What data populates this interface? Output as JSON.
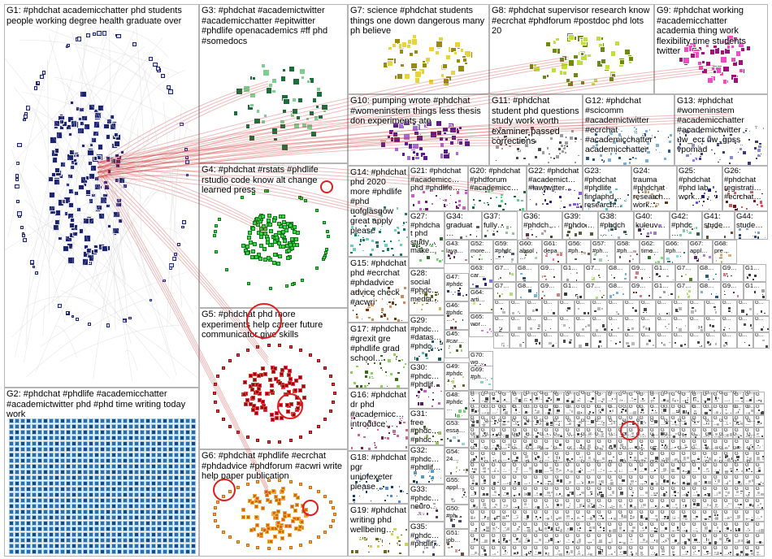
{
  "colors": {
    "edge": "#d23b3b",
    "edge_light": "#cfcfcf",
    "border": "#b4b4b4"
  },
  "groups": [
    {
      "id": "G1",
      "label": "G1: #phdchat academicchatter phd students people working degree health graduate over",
      "color": "#1c2470",
      "accent": "#d9d9ff"
    },
    {
      "id": "G2",
      "label": "G2: #phdchat #phdlife #academicchatter #academictwitter phd #phd time writing today work",
      "color": "#2a6ea8",
      "accent": "#9cc7ee"
    },
    {
      "id": "G3",
      "label": "G3: #phdchat #academictwitter #academicchatter #epitwitter #phdlife openacademics #ff phd #somedocs",
      "color": "#1a6e3a",
      "accent": "#7ccf8f"
    },
    {
      "id": "G4",
      "label": "G4: #phdchat #rstats #phdlife rstudio code know alt change learned press",
      "color": "#0c7a14",
      "accent": "#3cd24a"
    },
    {
      "id": "G5",
      "label": "G5: #phdchat phd more experiments help career future communicator give skills",
      "color": "#8a0c0c",
      "accent": "#e03a3a"
    },
    {
      "id": "G6",
      "label": "G6: #phdchat #phdlife #ecrchat #phdadvice #phdforum #acwri write help paper publication",
      "color": "#c86a10",
      "accent": "#f6a640"
    },
    {
      "id": "G7",
      "label": "G7: science #phdchat students things one down dangerous many ph believe",
      "color": "#9a8a10",
      "accent": "#e8d43a"
    },
    {
      "id": "G8",
      "label": "G8: #phdchat supervisor research know #ecrchat #phdforum #postdoc phd lots 20",
      "color": "#6a8a10",
      "accent": "#bfe03a"
    },
    {
      "id": "G9",
      "label": "G9: #phdchat working #academicchatter academia thing work flexibility time students twitter",
      "color": "#a0107a",
      "accent": "#f04ac4"
    },
    {
      "id": "G10",
      "label": "G10: pumping wrote #phdchat #womeninstem things less thesis don experiments ate",
      "color": "#5a1a8a",
      "accent": "#a86ad8"
    },
    {
      "id": "G11",
      "label": "G11: #phdchat student phd questions study work worth examiner passed corrections",
      "color": "#4a4a4a",
      "accent": "#9a9a9a"
    },
    {
      "id": "G12",
      "label": "G12: #phdchat #scicomm #academictwitter #ecrchat #academicchatter academicchatter",
      "color": "#2a5a8a",
      "accent": "#7aaedc"
    },
    {
      "id": "G13",
      "label": "G13: #phdchat #womeninstem #academicchatter #academictwitter uw_ecr uw_gpss vpomad",
      "color": "#3a3a7a",
      "accent": "#8a8ad0"
    },
    {
      "id": "G14",
      "label": "G14: #phdchat phd 2020 more #phdlife #phd uofglasgow great apply please",
      "color": "#1a7a6a",
      "accent": "#6ad0c0"
    },
    {
      "id": "G15",
      "label": "G15: #phdchat phd #ecrchat #phdadvice advice check #acwri",
      "color": "#6a3a1a",
      "accent": "#d08a5a"
    },
    {
      "id": "G16",
      "label": "G16: #phdchat dr phd #academicc… introduce…",
      "color": "#7a1a3a",
      "accent": "#d06a8a"
    },
    {
      "id": "G17",
      "label": "G17: #phdchat #grexit gre #phdlife grad school…",
      "color": "#3a6a1a",
      "accent": "#8ad05a"
    },
    {
      "id": "G18",
      "label": "G18: #phdchat pgr uniofexeter please…",
      "color": "#1a3a6a",
      "accent": "#5a8ad0"
    },
    {
      "id": "G19",
      "label": "G19: #phdchat writing phd wellbeing…",
      "color": "#6a6a1a",
      "accent": "#d0d05a"
    },
    {
      "id": "G20",
      "label": "G20: #phdchat #phdforum #academicc…",
      "color": "#1a6a3a",
      "accent": "#5ad08a"
    },
    {
      "id": "G21",
      "label": "G21: #phdchat #academicc… phd #phdlife…",
      "color": "#6a1a6a",
      "accent": "#d05ad0"
    },
    {
      "id": "G22",
      "label": "G22: #phdchat #academict… #lawtwitter…",
      "color": "#3a1a6a",
      "accent": "#8a5ad0"
    },
    {
      "id": "G23",
      "label": "G23: #phdchat #phdlife findaphd… research…",
      "color": "#1a5a6a",
      "accent": "#5abed0"
    },
    {
      "id": "G24",
      "label": "G24: trauma #phdchat research… work…",
      "color": "#5a3a1a",
      "accent": "#c09a6a"
    },
    {
      "id": "G25",
      "label": "G25: #phdchat #phd lab work…",
      "color": "#1a1a6a",
      "accent": "#5a5ad0"
    },
    {
      "id": "G26",
      "label": "G26: #phdchat registrati… #ecrchat…",
      "color": "#6a1a1a",
      "accent": "#d05a5a"
    },
    {
      "id": "G27",
      "label": "G27: #phdchat phd study… make…",
      "color": "#2a6a2a",
      "accent": "#6ad06a"
    },
    {
      "id": "G28",
      "label": "G28: social #phdc… media…",
      "color": "#5a5a1a",
      "accent": "#c0c05a"
    },
    {
      "id": "G29",
      "label": "G29: #phdc… #datas… #phdc…",
      "color": "#1a5a5a",
      "accent": "#5ac0c0"
    },
    {
      "id": "G30",
      "label": "G30: #phdc… #phdlif…",
      "color": "#5a1a5a",
      "accent": "#c05ac0"
    },
    {
      "id": "G31",
      "label": "G31: free #phdc… #phdc…",
      "color": "#3a5a1a",
      "accent": "#9ac05a"
    },
    {
      "id": "G32",
      "label": "G32: #phdc… #phdlif…",
      "color": "#1a3a5a",
      "accent": "#5a9ac0"
    },
    {
      "id": "G33",
      "label": "G33: #phdc… neuro…",
      "color": "#5a3a5a",
      "accent": "#c09ac0"
    },
    {
      "id": "G34",
      "label": "G34: graduat…",
      "color": "#5a5a5a",
      "accent": "#b0b0b0"
    },
    {
      "id": "G35",
      "label": "G35: #phdc… #phdlif…",
      "color": "#3a3a5a",
      "accent": "#9a9ac0"
    },
    {
      "id": "G36",
      "label": "G36: #phdch…",
      "color": "#5a3a3a",
      "accent": "#c09a9a"
    },
    {
      "id": "G37",
      "label": "G37: fully…",
      "color": "#3a5a3a",
      "accent": "#9ac09a"
    },
    {
      "id": "G38",
      "label": "G38: #phdch…",
      "color": "#3a5a5a",
      "accent": "#9ac0c0"
    },
    {
      "id": "G39",
      "label": "G39: #phdc…",
      "color": "#5a5a3a",
      "accent": "#c0c09a"
    },
    {
      "id": "G40",
      "label": "G40: kuleuv…",
      "color": "#4a2a6a",
      "accent": "#a07ad0"
    },
    {
      "id": "G41",
      "label": "G41: stude…",
      "color": "#6a4a2a",
      "accent": "#d0a07a"
    },
    {
      "id": "G42",
      "label": "G42: #phdc…",
      "color": "#2a6a4a",
      "accent": "#7ad0a0"
    },
    {
      "id": "G43",
      "label": "G43: lava…",
      "color": "#6a2a4a",
      "accent": "#d07aa0"
    },
    {
      "id": "G44",
      "label": "G44: stude…",
      "color": "#2a4a6a",
      "accent": "#7aa0d0"
    },
    {
      "id": "G45",
      "label": "G45: #car…",
      "color": "#4a6a2a",
      "accent": "#a0d07a"
    },
    {
      "id": "G46",
      "label": "G46: #phdc…",
      "color": "#6a2a2a",
      "accent": "#d07a7a"
    },
    {
      "id": "G47",
      "label": "G47: #phdc…",
      "color": "#2a2a6a",
      "accent": "#7a7ad0"
    },
    {
      "id": "G48",
      "label": "G48: #phdc…",
      "color": "#2a6a2a",
      "accent": "#7ad07a"
    },
    {
      "id": "G49",
      "label": "G49: #phdc…",
      "color": "#6a6a2a",
      "accent": "#d0d07a"
    },
    {
      "id": "G50",
      "label": "G50: #ph…",
      "color": "#4a4a6a",
      "accent": "#a0a0d0"
    },
    {
      "id": "G51",
      "label": "G51: job…",
      "color": "#6a4a4a",
      "accent": "#d0a0a0"
    },
    {
      "id": "G52",
      "label": "G52: more…",
      "color": "#4a6a4a",
      "accent": "#a0d0a0"
    },
    {
      "id": "G53",
      "label": "G53: essa…",
      "color": "#4a6a6a",
      "accent": "#a0d0d0"
    },
    {
      "id": "G54",
      "label": "G54: 24…",
      "color": "#6a6a4a",
      "accent": "#d0d0a0"
    },
    {
      "id": "G55",
      "label": "G55: appl…",
      "color": "#5a4a6a",
      "accent": "#b0a0d0"
    },
    {
      "id": "G56",
      "label": "G56: #ph…",
      "color": "#6a5a4a",
      "accent": "#d0b0a0"
    },
    {
      "id": "G57",
      "label": "G57: #ph…",
      "color": "#4a6a5a",
      "accent": "#a0d0b0"
    },
    {
      "id": "G58",
      "label": "G58: #ph…",
      "color": "#6a4a5a",
      "accent": "#d0a0b0"
    },
    {
      "id": "G59",
      "label": "G59: #phdc…",
      "color": "#4a5a6a",
      "accent": "#a0b0d0"
    },
    {
      "id": "G60",
      "label": "G60: absol…",
      "color": "#5a6a4a",
      "accent": "#b0d0a0"
    },
    {
      "id": "G61",
      "label": "G61: depa…",
      "color": "#7a2a2a",
      "accent": "#e07a7a"
    },
    {
      "id": "G62",
      "label": "G62: time…",
      "color": "#2a7a2a",
      "accent": "#7ae07a"
    },
    {
      "id": "G63",
      "label": "G63: car…",
      "color": "#2a2a7a",
      "accent": "#7a7ae0"
    },
    {
      "id": "G64",
      "label": "G64: arti…",
      "color": "#7a7a2a",
      "accent": "#e0e07a"
    },
    {
      "id": "G65",
      "label": "G65: wor…",
      "color": "#7a2a7a",
      "accent": "#e07ae0"
    },
    {
      "id": "G66",
      "label": "G66: #ph…",
      "color": "#2a7a7a",
      "accent": "#7ae0e0"
    },
    {
      "id": "G67",
      "label": "G67: appl…",
      "color": "#5a2a7a",
      "accent": "#b07ae0"
    },
    {
      "id": "G68",
      "label": "G68: pre…",
      "color": "#7a5a2a",
      "accent": "#e0b07a"
    },
    {
      "id": "G69",
      "label": "G69: #ph…",
      "color": "#2a7a5a",
      "accent": "#7ae0b0"
    },
    {
      "id": "G70",
      "label": "G70: wo…",
      "color": "#7a2a5a",
      "accent": "#e07ab0"
    },
    {
      "id": "G7x",
      "label": "G7…",
      "color": "#5a7a2a",
      "accent": "#b0e07a"
    },
    {
      "id": "G8x",
      "label": "G8…",
      "color": "#2a5a7a",
      "accent": "#7ab0e0"
    },
    {
      "id": "G9x",
      "label": "G9…",
      "color": "#7a2a2a",
      "accent": "#e07a7a"
    },
    {
      "id": "G1x",
      "label": "G1…",
      "color": "#3a3a3a",
      "accent": "#a0a0a0"
    },
    {
      "id": "Gx",
      "label": "G…",
      "color": "#4a4a4a",
      "accent": "#b8b8b8"
    }
  ]
}
